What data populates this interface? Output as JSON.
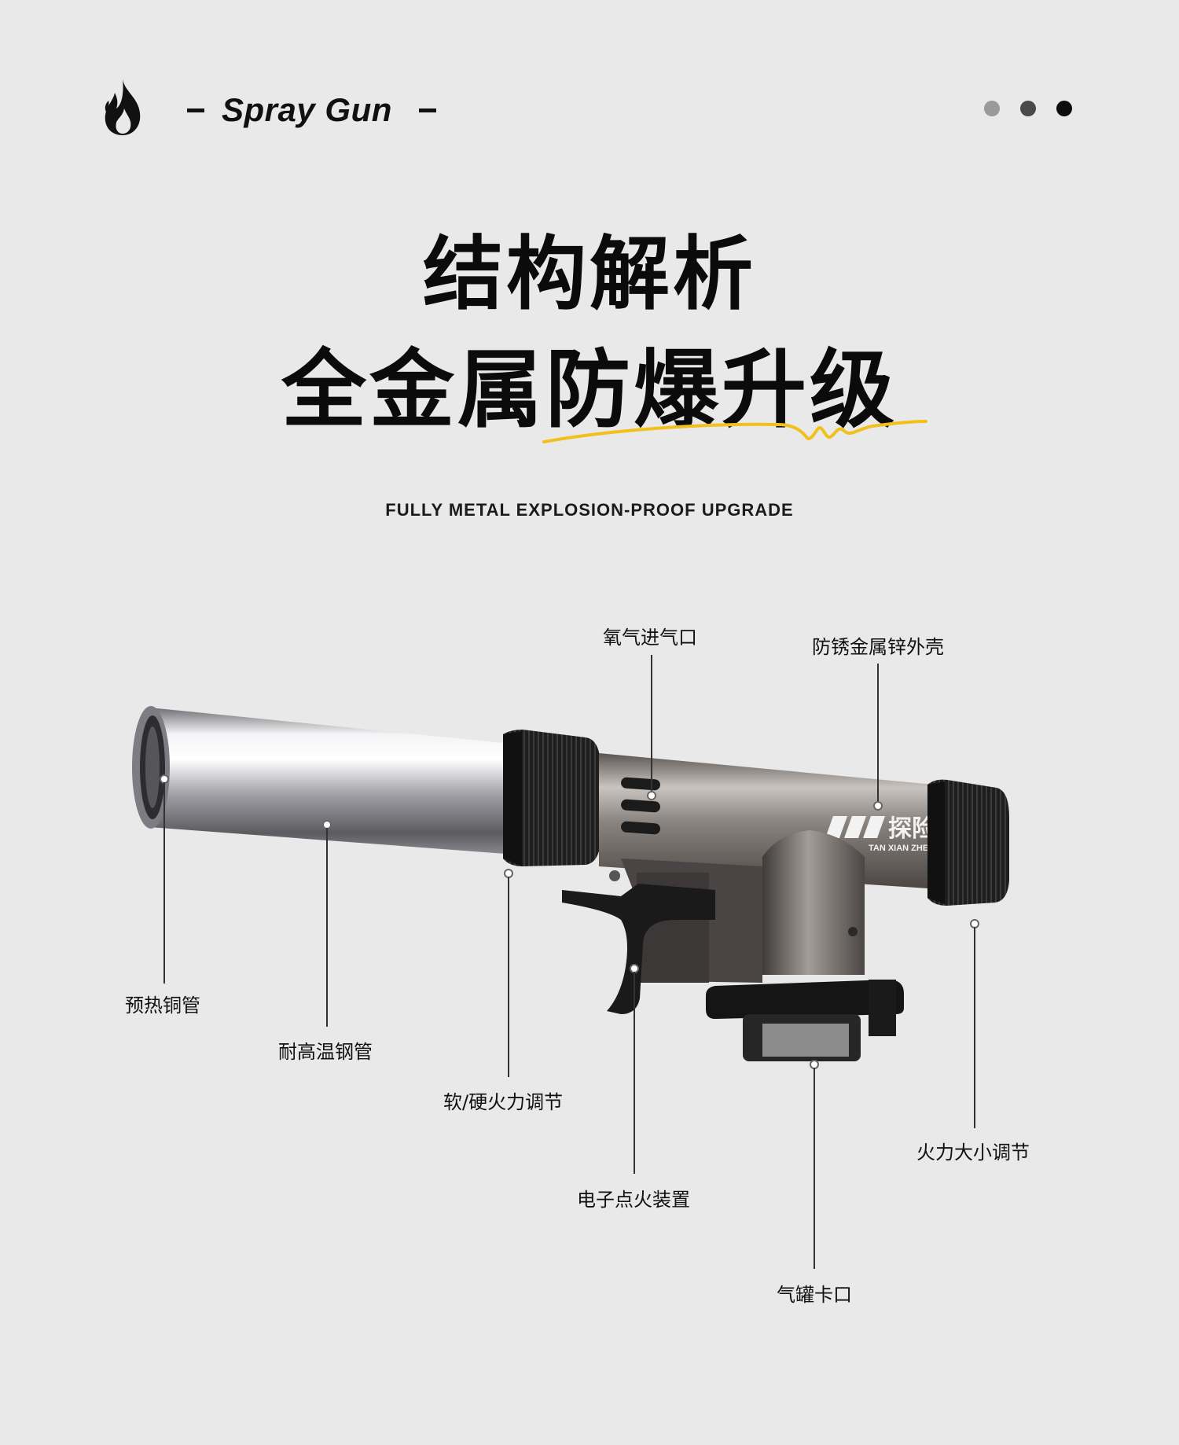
{
  "header": {
    "brand_text": "Spray Gun",
    "icons": {
      "logo": "flame-icon"
    },
    "pagination_colors": [
      "#9a9a9a",
      "#4a4a4a",
      "#0d0d0d"
    ]
  },
  "titles": {
    "line1": "结构解析",
    "line2": "全金属防爆升级",
    "subtitle": "FULLY METAL EXPLOSION-PROOF UPGRADE",
    "accent_color": "#f2c01a"
  },
  "product": {
    "brand_logo_cn": "探险者",
    "brand_logo_en": "TAN XIAN ZHE"
  },
  "callouts": {
    "oxygen_inlet": "氧气进气口",
    "zinc_shell": "防锈金属锌外壳",
    "preheat_copper_tube": "预热铜管",
    "high_temp_steel_tube": "耐高温钢管",
    "soft_hard_flame": "软/硬火力调节",
    "electronic_ignition": "电子点火装置",
    "flame_size": "火力大小调节",
    "gas_can_mount": "气罐卡口"
  }
}
